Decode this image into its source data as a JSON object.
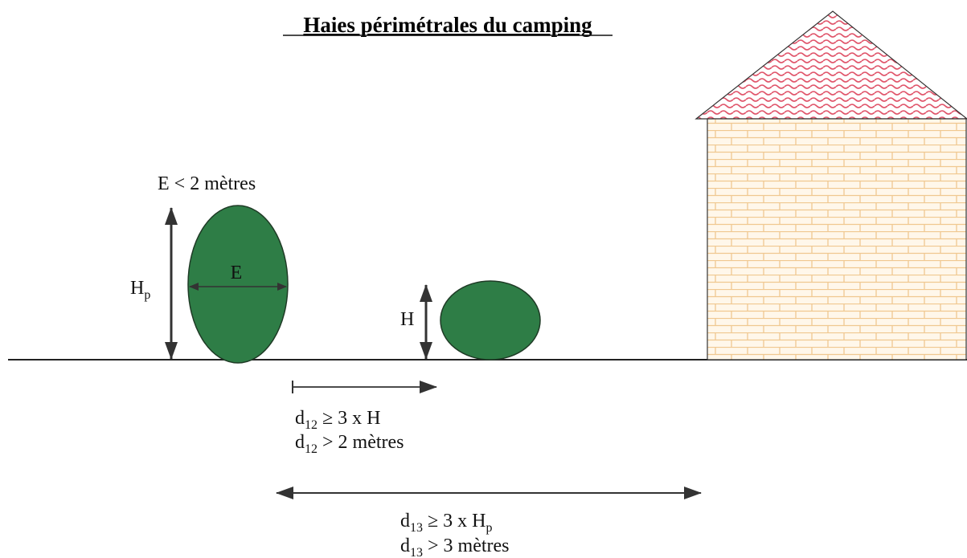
{
  "title": "Haies périmétrales du camping",
  "labels": {
    "width_constraint": "E < 2 mètres",
    "hp_main": "H",
    "hp_sub": "p",
    "e_inner": "E",
    "h_small": "H",
    "d12_line1_main": "d",
    "d12_line1_sub": "12",
    "d12_line1_rest": " ≥ 3 x H",
    "d12_line2_main": "d",
    "d12_line2_sub": "12",
    "d12_line2_rest": " > 2 mètres",
    "d13_line1_main": "d",
    "d13_line1_sub": "13",
    "d13_line1_rest": " ≥ 3 x H",
    "d13_line1_hsub": "p",
    "d13_line2_main": "d",
    "d13_line2_sub": "13",
    "d13_line2_rest": " > 3 mètres"
  },
  "colors": {
    "hedge": "#2e7d46",
    "roof": "#e0546a",
    "brick": "#f0c890",
    "wall": "#fff7ea",
    "line": "#222222"
  }
}
